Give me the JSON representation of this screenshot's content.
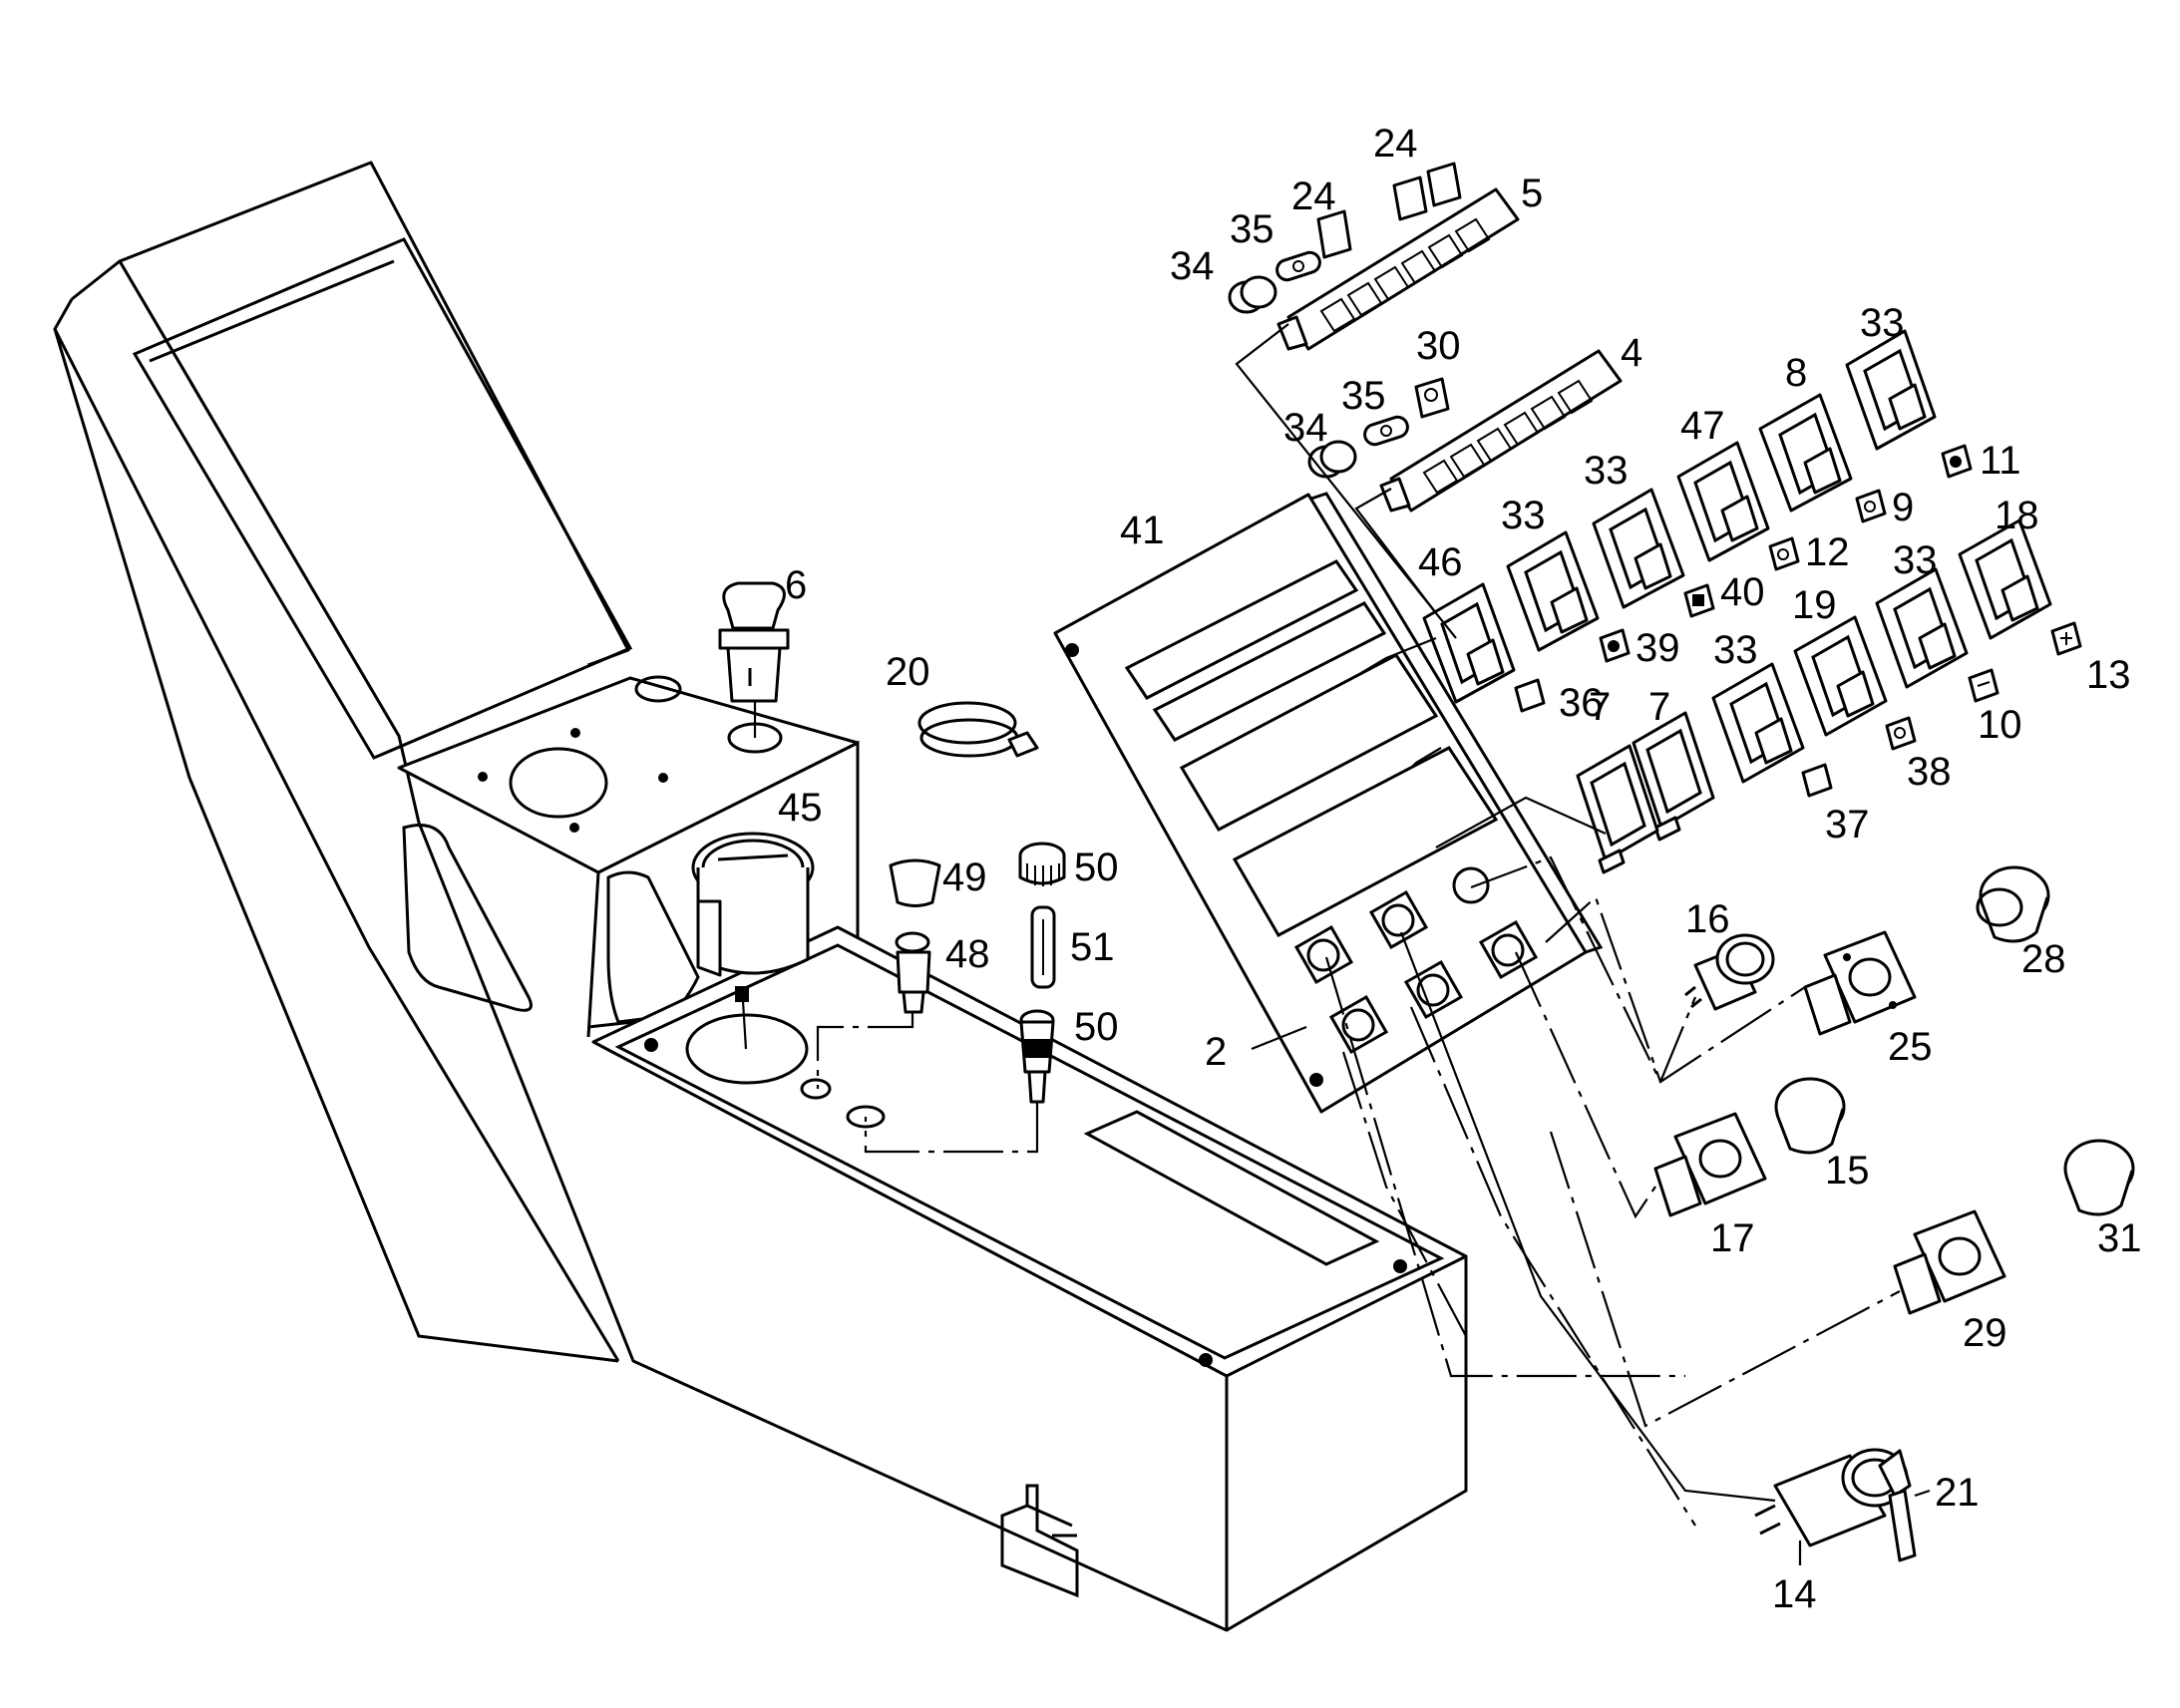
{
  "labels": {
    "p2": "2",
    "p4": "4",
    "p5": "5",
    "p6": "6",
    "p7a": "7",
    "p7b": "7",
    "p8": "8",
    "p9": "9",
    "p10": "10",
    "p11": "11",
    "p12": "12",
    "p13": "13",
    "p14": "14",
    "p15": "15",
    "p16": "16",
    "p17": "17",
    "p18": "18",
    "p19": "19",
    "p20": "20",
    "p21": "21",
    "p24a": "24",
    "p24b": "24",
    "p25": "25",
    "p28": "28",
    "p29": "29",
    "p30": "30",
    "p31": "31",
    "p33a": "33",
    "p33b": "33",
    "p33c": "33",
    "p33d": "33",
    "p33e": "33",
    "p34a": "34",
    "p34b": "34",
    "p35a": "35",
    "p35b": "35",
    "p36": "36",
    "p37": "37",
    "p38": "38",
    "p39": "39",
    "p40": "40",
    "p41": "41",
    "p45": "45",
    "p46": "46",
    "p47": "47",
    "p48": "48",
    "p49": "49",
    "p50a": "50",
    "p50b": "50",
    "p51": "51"
  }
}
